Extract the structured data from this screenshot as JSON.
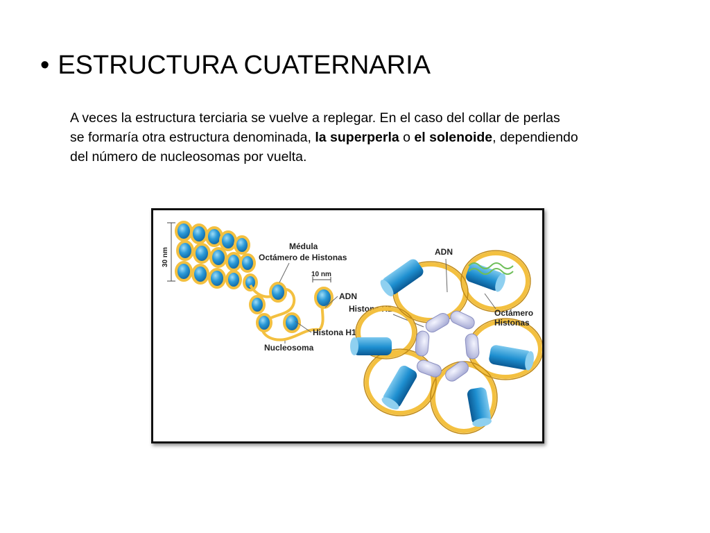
{
  "slide": {
    "bullet": "•",
    "title": "ESTRUCTURA CUATERNARIA",
    "paragraph": {
      "line1": "A veces la estructura terciaria se vuelve a  replegar. En el caso del collar de perlas",
      "line2_pre": "se formaría otra estructura denominada,  ",
      "term1": "la superperla",
      "line2_mid": " o ",
      "term2": "el solenoide",
      "line2_post": ", dependiendo",
      "line3": "del número de nucleosomas por vuelta."
    }
  },
  "figure": {
    "labels": {
      "scale_30nm": "30 nm",
      "medula": "Médula",
      "octamero_histonas": "Octámero de Histonas",
      "scale_10nm": "10 nm",
      "adn_left": "ADN",
      "histona_h1_left_a": "Histona H1",
      "histona_h1_left_b": "Histona H1",
      "nucleosoma": "Nucleosoma",
      "adn_right": "ADN",
      "octamero_right_1": "Octámero",
      "octamero_right_2": "Histonas"
    },
    "colors": {
      "histone_blue": "#1e8fd0",
      "histone_light": "#8fd0f0",
      "dna_yellow": "#f3c040",
      "dna_dark": "#c08a18",
      "h1_lavender": "#c8cbe8"
    }
  }
}
